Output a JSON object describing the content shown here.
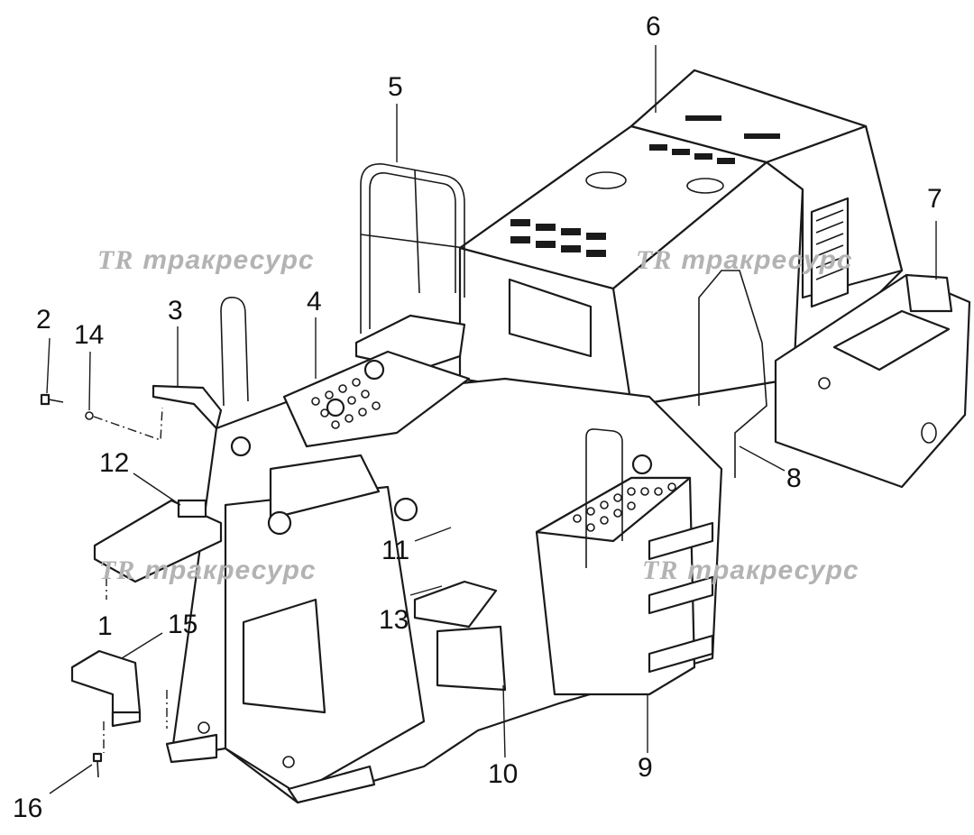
{
  "watermark": {
    "logo": "TR",
    "text": "тракресурс"
  },
  "callouts": [
    "1",
    "2",
    "3",
    "4",
    "5",
    "6",
    "7",
    "8",
    "9",
    "10",
    "11",
    "12",
    "13",
    "14",
    "15",
    "16"
  ]
}
